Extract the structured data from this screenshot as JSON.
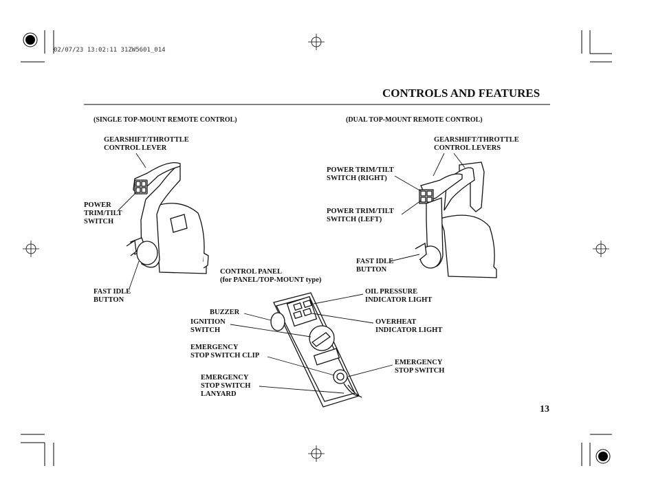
{
  "print_stamp": "02/07/23 13:02:11 31ZW5601_014",
  "page_title": "CONTROLS AND FEATURES",
  "page_number": "13",
  "single": {
    "heading": "(SINGLE TOP-MOUNT REMOTE CONTROL)",
    "lever": "GEARSHIFT/THROTTLE\nCONTROL LEVER",
    "trim": "POWER\nTRIM/TILT\nSWITCH",
    "fast_idle": "FAST IDLE\nBUTTON"
  },
  "dual": {
    "heading": "(DUAL TOP-MOUNT REMOTE CONTROL)",
    "levers": "GEARSHIFT/THROTTLE\nCONTROL LEVERS",
    "trim_right": "POWER TRIM/TILT\nSWITCH (RIGHT)",
    "trim_left": "POWER TRIM/TILT\nSWITCH (LEFT)",
    "fast_idle": "FAST IDLE\nBUTTON"
  },
  "panel": {
    "heading": "CONTROL PANEL\n(for PANEL/TOP-MOUNT type)",
    "buzzer": "BUZZER",
    "ignition": "IGNITION\nSWITCH",
    "stop_clip": "EMERGENCY\nSTOP SWITCH CLIP",
    "lanyard": "EMERGENCY\nSTOP SWITCH\nLANYARD",
    "oil": "OIL PRESSURE\nINDICATOR LIGHT",
    "overheat": "OVERHEAT\nINDICATOR LIGHT",
    "stop_switch": "EMERGENCY\nSTOP SWITCH"
  }
}
